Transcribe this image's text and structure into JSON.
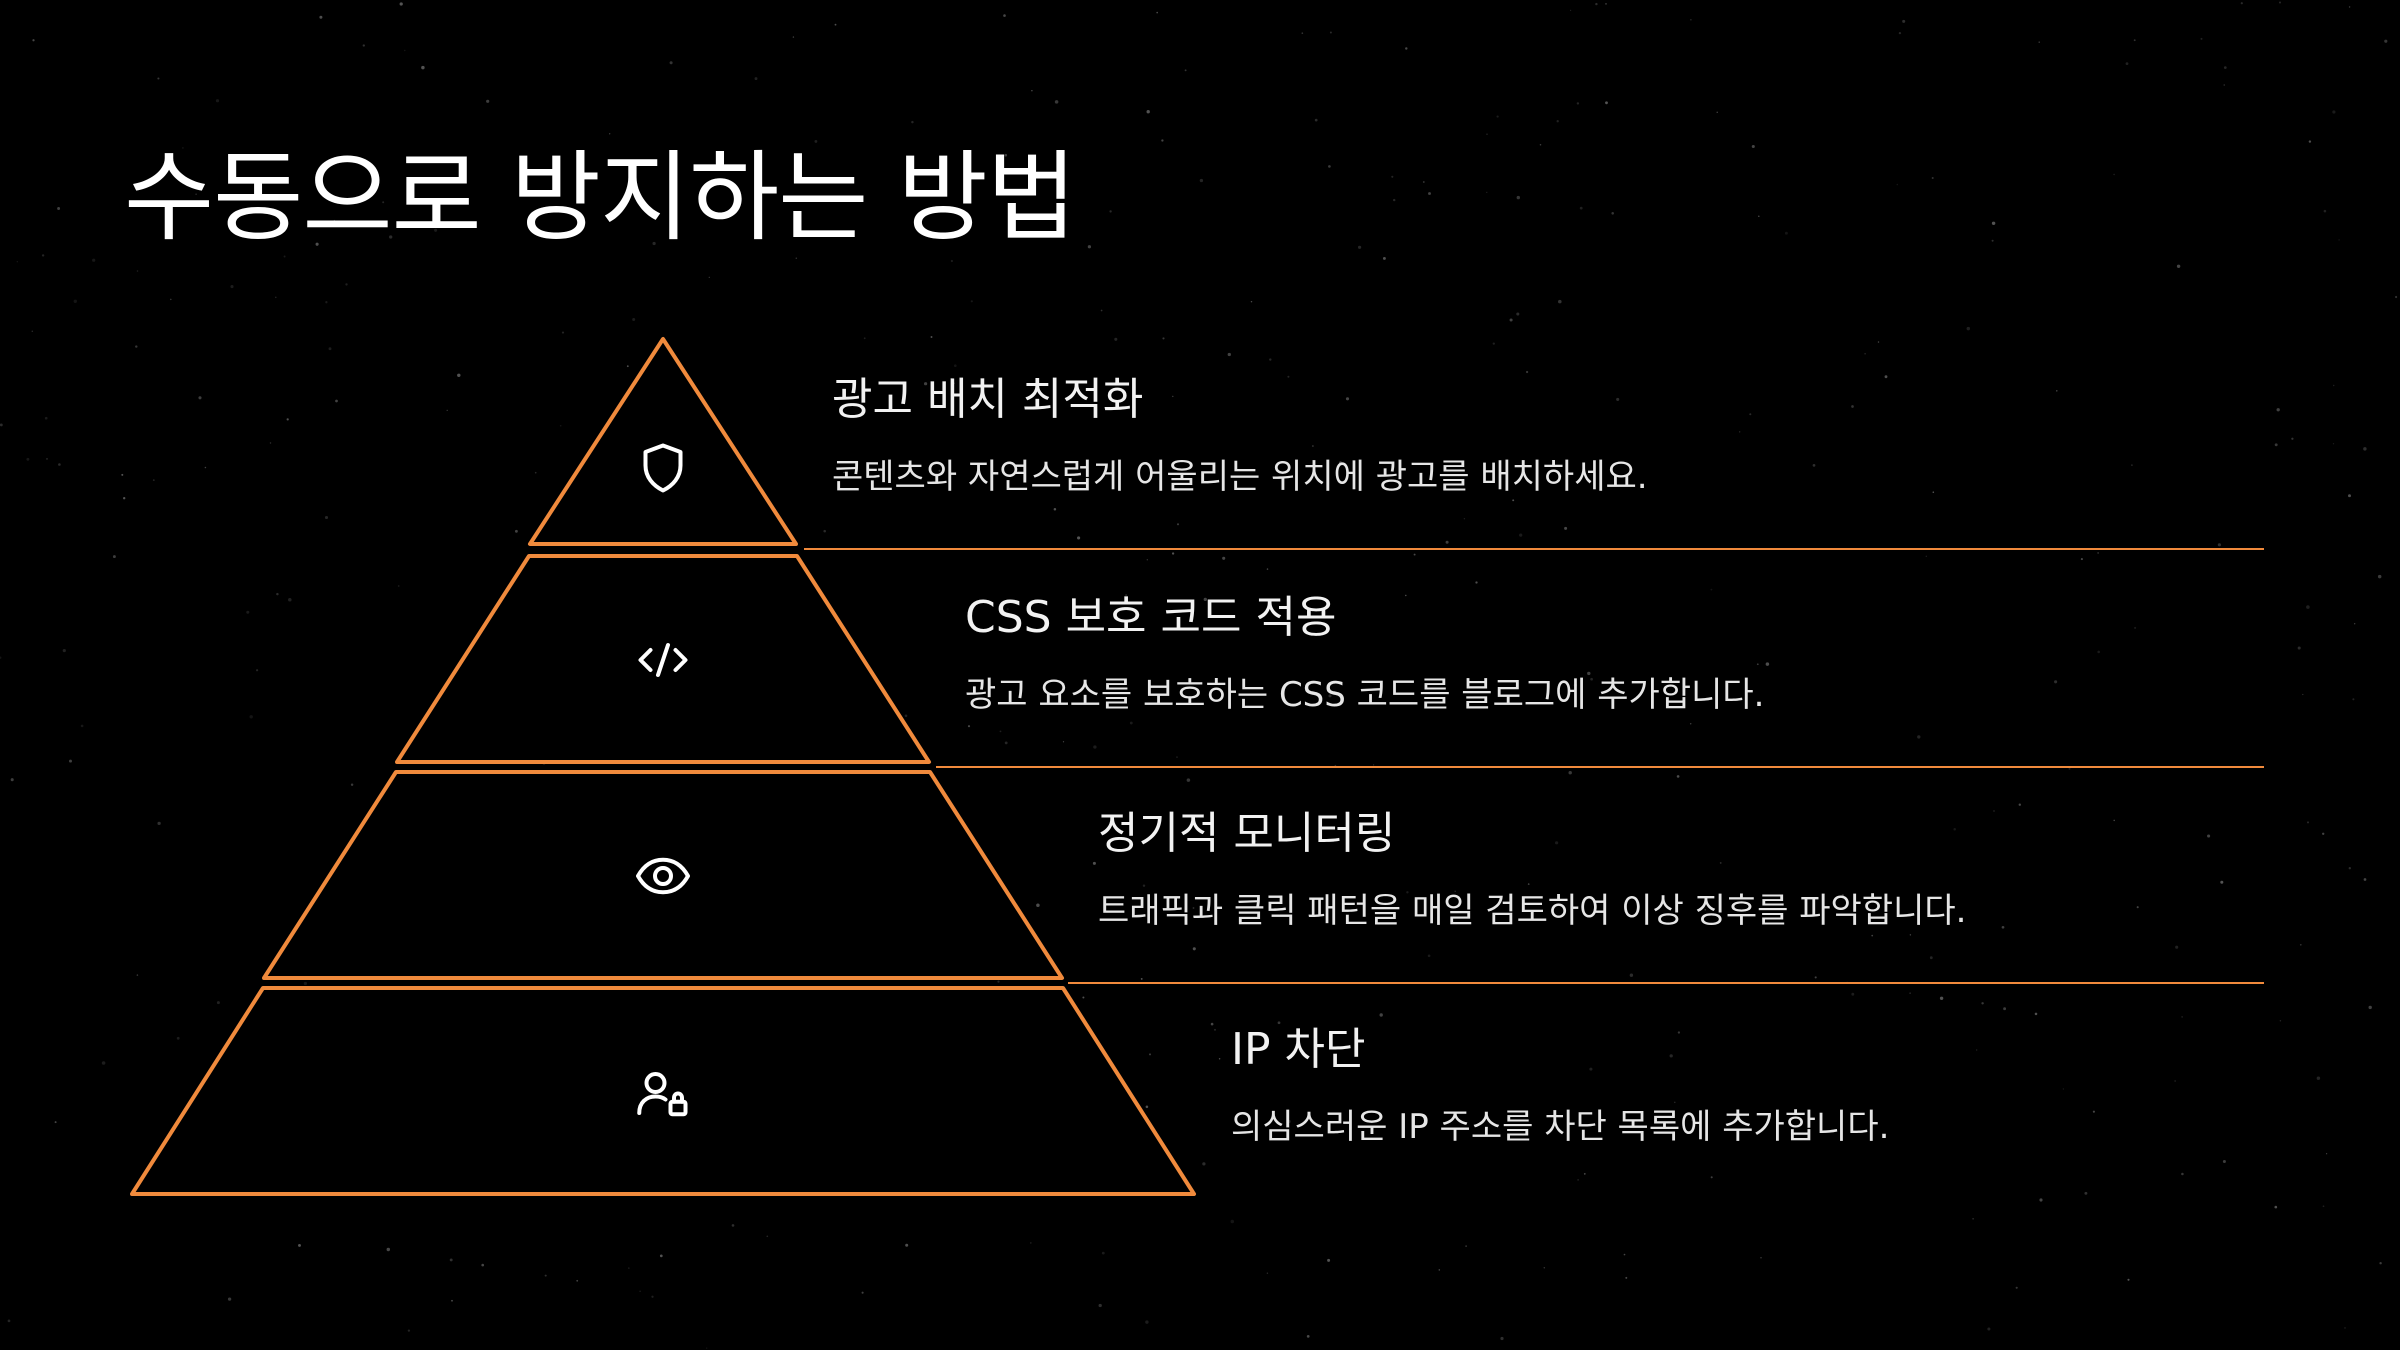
{
  "slide": {
    "title": "수동으로 방지하는 방법"
  },
  "colors": {
    "background": "#000000",
    "accent": "#f08a3c",
    "text": "#ffffff"
  },
  "tiers": [
    {
      "icon": "shield-icon",
      "heading": "광고 배치 최적화",
      "description": "콘텐츠와 자연스럽게 어울리는 위치에 광고를 배치하세요."
    },
    {
      "icon": "code-icon",
      "heading": "CSS 보호 코드 적용",
      "description": "광고 요소를 보호하는 CSS 코드를 블로그에 추가합니다."
    },
    {
      "icon": "eye-icon",
      "heading": "정기적 모니터링",
      "description": "트래픽과 클릭 패턴을 매일 검토하여 이상 징후를 파악합니다."
    },
    {
      "icon": "user-lock-icon",
      "heading": "IP 차단",
      "description": "의심스러운 IP 주소를 차단 목록에 추가합니다."
    }
  ]
}
